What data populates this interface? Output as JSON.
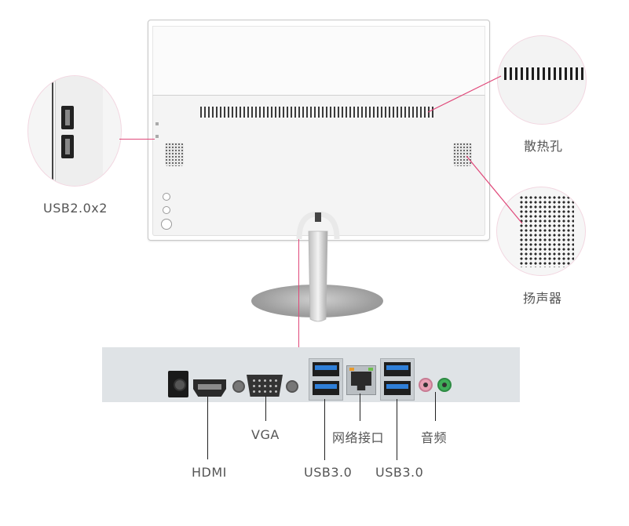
{
  "labels": {
    "usb2": "USB2.0x2",
    "vent": "散热孔",
    "speaker": "扬声器",
    "vga": "VGA",
    "hdmi": "HDMI",
    "network": "网络接口",
    "audio": "音频",
    "usb3_left": "USB3.0",
    "usb3_right": "USB3.0"
  },
  "colors": {
    "accent_line": "#e0497a",
    "usb3_blue": "#2f7fd8",
    "audio_pink": "#e8a0b4",
    "audio_green": "#3fae58",
    "panel": "#dfe3e6"
  },
  "icons": [
    "usb-port-icon",
    "hdmi-port-icon",
    "vga-port-icon",
    "ethernet-port-icon",
    "audio-jack-icon",
    "dc-power-icon"
  ]
}
